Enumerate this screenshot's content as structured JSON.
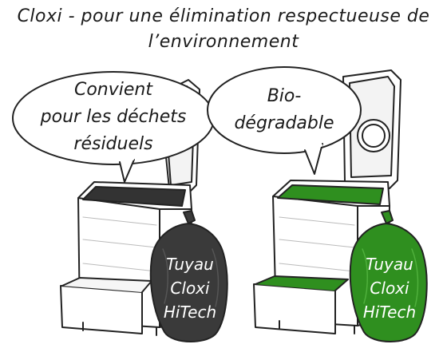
{
  "title": {
    "line1": "Cloxi - pour une élimination respectueuse de",
    "line2": "l’environnement"
  },
  "left": {
    "bubble": [
      "Convient",
      "pour les déchets",
      "résiduels"
    ],
    "bag_label": [
      "Tuyau",
      "Cloxi",
      "HiTech"
    ],
    "bag_color": "#3a3a3a"
  },
  "right": {
    "bubble": [
      "Bio-",
      "dégradable"
    ],
    "bag_label": [
      "Tuyau",
      "Cloxi",
      "HiTech"
    ],
    "bag_color": "#2f8f1f"
  }
}
